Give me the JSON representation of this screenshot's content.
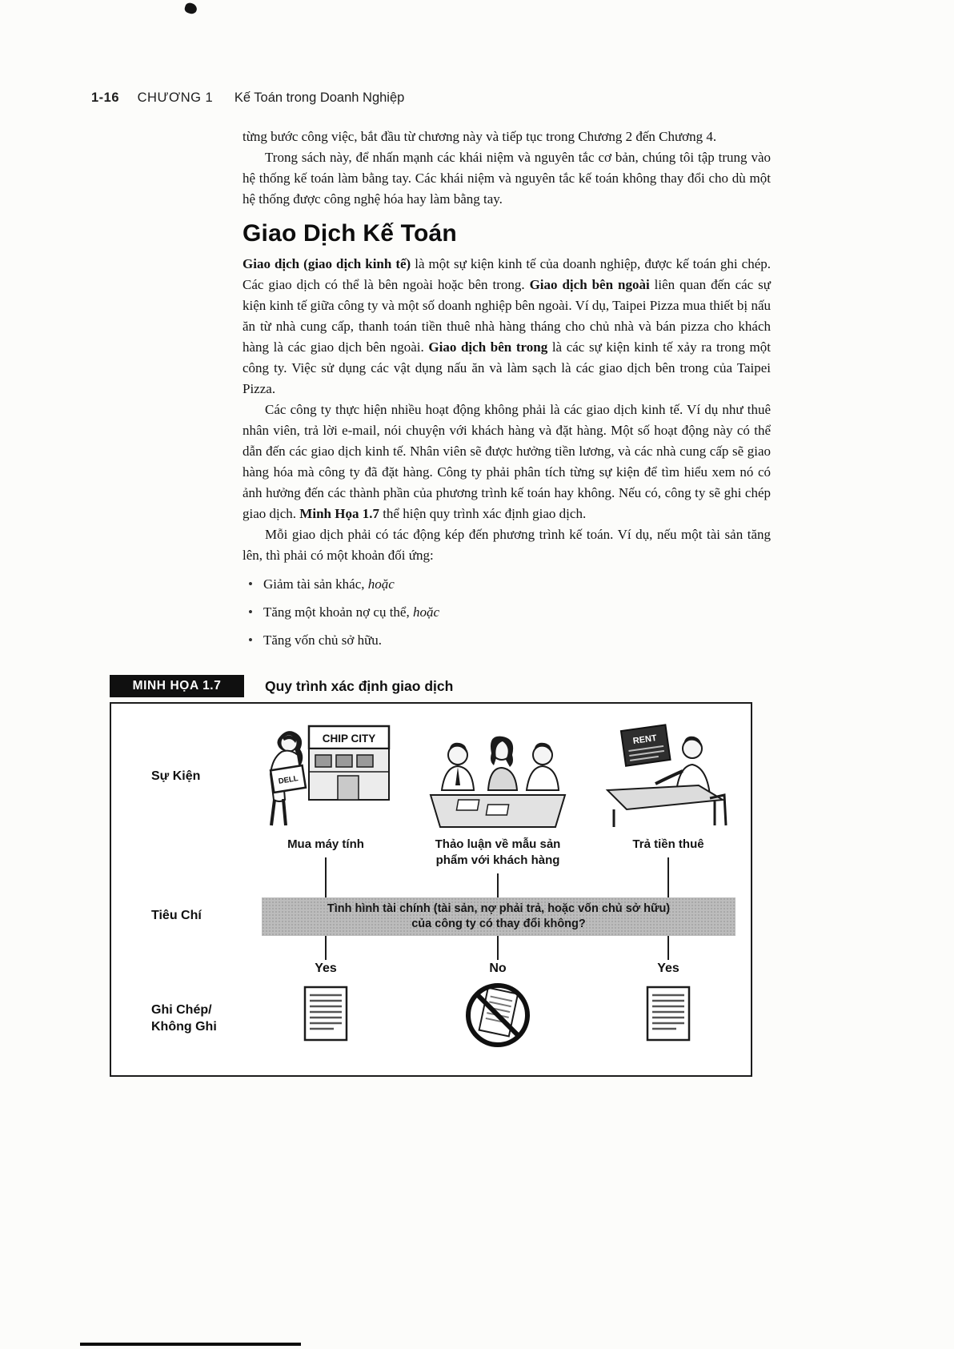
{
  "header": {
    "page_number": "1-16",
    "chapter": "CHƯƠNG 1",
    "chapter_title": "Kế Toán trong Doanh Nghiệp"
  },
  "intro": {
    "p1": "từng bước công việc, bắt đầu từ chương này và tiếp tục trong Chương 2 đến Chương 4.",
    "p2": "Trong sách này, để nhấn mạnh các khái niệm và nguyên tắc cơ bản, chúng tôi tập trung vào hệ thống kế toán làm bằng tay. Các khái niệm và nguyên tắc kế toán không thay đổi cho dù một hệ thống được công nghệ hóa hay làm bằng tay."
  },
  "section": {
    "title": "Giao Dịch Kế Toán",
    "p1": {
      "b1": "Giao dịch (giao dịch kinh tế)",
      "t1": " là một sự kiện kinh tế của doanh nghiệp, được kế toán ghi chép. Các giao dịch có thể là bên ngoài hoặc bên trong. ",
      "b2": "Giao dịch bên ngoài",
      "t2": " liên quan đến các sự kiện kinh tế giữa công ty và một số doanh nghiệp bên ngoài. Ví dụ, Taipei Pizza mua thiết bị nấu ăn từ nhà cung cấp, thanh toán tiền thuê nhà hàng tháng cho chủ nhà và bán pizza cho khách hàng là các giao dịch bên ngoài. ",
      "b3": "Giao dịch bên trong",
      "t3": " là các sự kiện kinh tế xảy ra trong một công ty. Việc sử dụng các vật dụng nấu ăn và làm sạch là các giao dịch bên trong của Taipei Pizza."
    },
    "p2": {
      "t1": "Các công ty thực hiện nhiều hoạt động không phải là các giao dịch kinh tế. Ví dụ như thuê nhân viên, trả lời e-mail, nói chuyện với khách hàng và đặt hàng. Một số hoạt động này có thể dẫn đến các giao dịch kinh tế. Nhân viên sẽ được hưởng tiền lương, và các nhà cung cấp sẽ giao hàng hóa mà công ty đã đặt hàng. Công ty phải phân tích từng sự kiện để tìm hiểu xem nó có ảnh hưởng đến các thành phần của phương trình kế toán hay không. Nếu có, công ty sẽ ghi chép giao dịch. ",
      "b1": "Minh Họa 1.7",
      "t2": " thể hiện quy trình xác định giao dịch."
    },
    "p3": "Mỗi giao dịch phải có tác động kép đến phương trình kế toán. Ví dụ, nếu một tài sản tăng lên, thì phải có một khoản đối ứng:",
    "bullets": [
      {
        "text": "Giảm tài sản khác, ",
        "em": "hoặc"
      },
      {
        "text": "Tăng một khoản nợ cụ thể, ",
        "em": "hoặc"
      },
      {
        "text": "Tăng vốn chủ sở hữu.",
        "em": ""
      }
    ]
  },
  "figure": {
    "label": "MINH HỌA 1.7",
    "caption": "Quy trình xác định giao dịch",
    "row_labels": {
      "events": "Sự Kiện",
      "criterion": "Tiêu Chí",
      "record_line1": "Ghi Chép/",
      "record_line2": "Không Ghi"
    },
    "events": [
      {
        "caption": "Mua máy tính",
        "sign": "CHIP CITY",
        "box": "DELL"
      },
      {
        "caption": "Thảo luận về mẫu sản phẩm với khách hàng"
      },
      {
        "caption": "Trả tiền thuê",
        "sign": "RENT"
      }
    ],
    "criterion": {
      "line1": "Tình hình tài chính (tài sản, nợ phải trả, hoặc vốn chủ sở hữu)",
      "line2": "của công ty có thay đổi không?"
    },
    "answers": [
      "Yes",
      "No",
      "Yes"
    ]
  },
  "icons": {
    "record": "document-icon",
    "no_record": "no-symbol-icon"
  },
  "colors": {
    "band_gray": "#bcbcbc",
    "figure_label_bg": "#101010",
    "ink": "#141414"
  }
}
